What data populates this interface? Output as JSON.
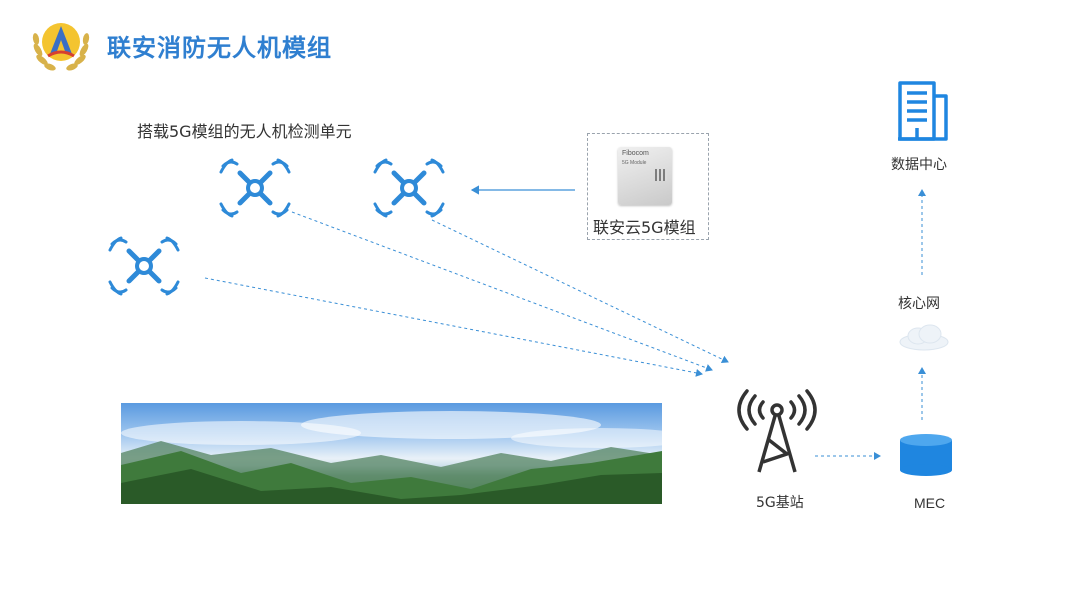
{
  "header": {
    "title": "联安消防无人机模组"
  },
  "drones": {
    "caption": "搭载5G模组的无人机检测单元"
  },
  "module": {
    "label": "联安云5G模组",
    "chip_brand": "Fibocom",
    "chip_line1": "5G Module"
  },
  "nodes": {
    "base_station": "5G基站",
    "mec": "MEC",
    "core_network": "核心网",
    "data_center": "数据中心"
  },
  "colors": {
    "accent": "#2f7fd0",
    "icon_blue": "#2e8ad8",
    "arrow": "#3a8fd6"
  }
}
